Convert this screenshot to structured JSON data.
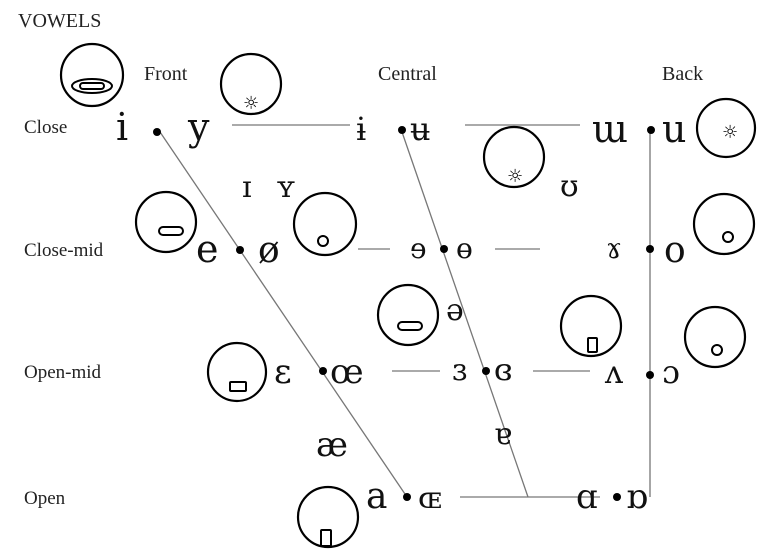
{
  "title": "VOWELS",
  "columns": {
    "front": "Front",
    "central": "Central",
    "back": "Back"
  },
  "rows": {
    "close": "Close",
    "close_mid": "Close-mid",
    "open_mid": "Open-mid",
    "open": "Open"
  },
  "vowels": {
    "close_front_unrounded": "i",
    "close_front_rounded": "y",
    "close_central_unrounded": "ɨ",
    "close_central_rounded": "ʉ",
    "close_back_unrounded": "ɯ",
    "close_back_rounded": "u",
    "near_close_front_unrounded": "ɪ",
    "near_close_front_rounded": "ʏ",
    "near_close_back_rounded": "ʊ",
    "close_mid_front_unrounded": "e",
    "close_mid_front_rounded": "ø",
    "close_mid_central_unrounded": "ɘ",
    "close_mid_central_rounded": "ɵ",
    "close_mid_back_unrounded": "ɤ",
    "close_mid_back_rounded": "o",
    "mid_central": "ə",
    "open_mid_front_unrounded": "ɛ",
    "open_mid_front_rounded": "œ",
    "open_mid_central_unrounded": "ɜ",
    "open_mid_central_rounded": "ɞ",
    "open_mid_back_unrounded": "ʌ",
    "open_mid_back_rounded": "ɔ",
    "near_open_front_unrounded": "æ",
    "near_open_central": "ɐ",
    "open_front_unrounded": "a",
    "open_front_rounded": "ɶ",
    "open_back_unrounded": "ɑ",
    "open_back_rounded": "ɒ"
  },
  "lip_icons": [
    "lips-spread-wide-icon",
    "lips-star-icon",
    "lips-star-icon",
    "lips-star-icon",
    "lips-spread-icon",
    "lips-round-icon",
    "lips-round-icon",
    "lips-spread-icon",
    "lips-open-square-icon",
    "lips-round-icon",
    "lips-open-square-icon",
    "lips-open-square-icon"
  ]
}
